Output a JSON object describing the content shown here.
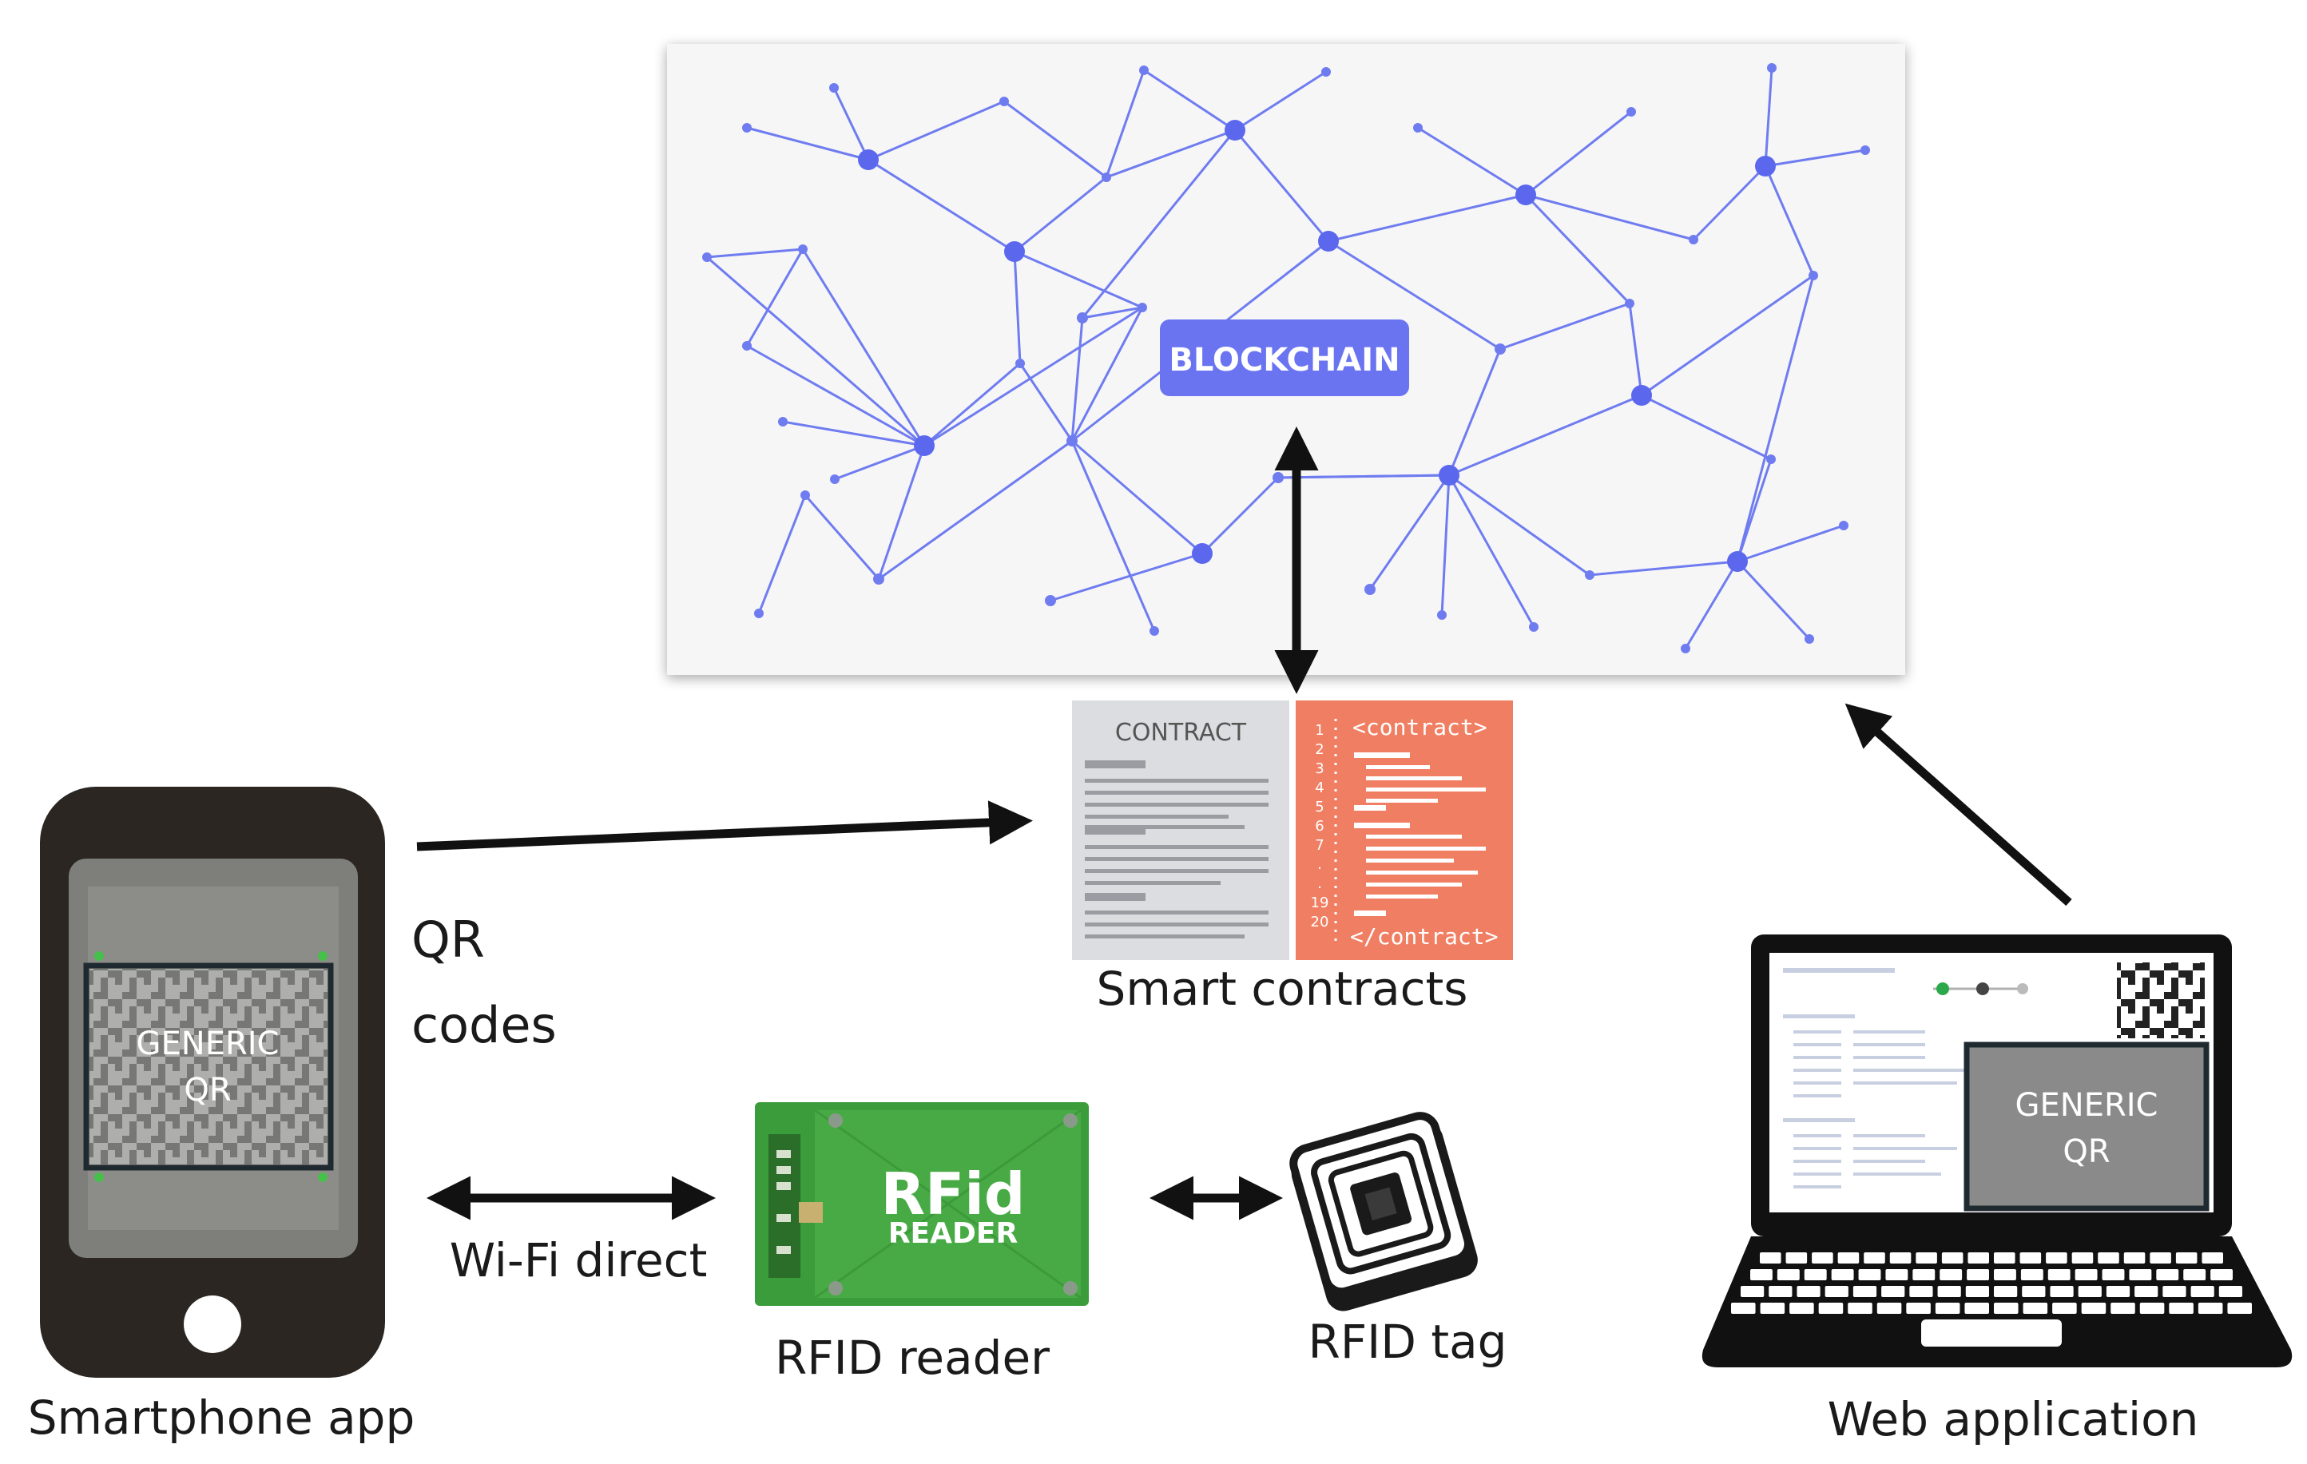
{
  "blockchain": {
    "label": "BLOCKCHAIN"
  },
  "contract": {
    "title": "CONTRACT",
    "code_open": "<contract>",
    "code_close": "</contract>",
    "line_numbers": [
      "1",
      "2",
      "3",
      "4",
      "5",
      "6",
      "7",
      ".",
      ".",
      "19",
      "20"
    ]
  },
  "smart_contracts": {
    "label": "Smart contracts"
  },
  "qr_codes": {
    "line1": "QR",
    "line2": "codes"
  },
  "smartphone": {
    "label": "Smartphone app",
    "qr_line1": "GENERIC",
    "qr_line2": "QR"
  },
  "wifi": {
    "label": "Wi-Fi direct"
  },
  "rfid_reader": {
    "label": "RFID reader",
    "board_text_1": "RFid",
    "board_text_2": "READER"
  },
  "rfid_tag": {
    "label": "RFID tag"
  },
  "web_app": {
    "label": "Web application",
    "qr_line1": "GENERIC",
    "qr_line2": "QR"
  },
  "colors": {
    "network": "#6f7cf0",
    "network_hub": "#5b68ee",
    "blockchain_badge": "#6a74f0",
    "contract_code_bg": "#f07e62",
    "contract_paper_bg": "#dcdde0",
    "rfid_board": "#3a9c3a",
    "arrow": "#111111"
  },
  "icons": [
    "network-graph-icon",
    "contract-document-icon",
    "smartphone-icon",
    "rfid-reader-board-icon",
    "rfid-tag-icon",
    "laptop-icon",
    "qr-code-icon"
  ]
}
